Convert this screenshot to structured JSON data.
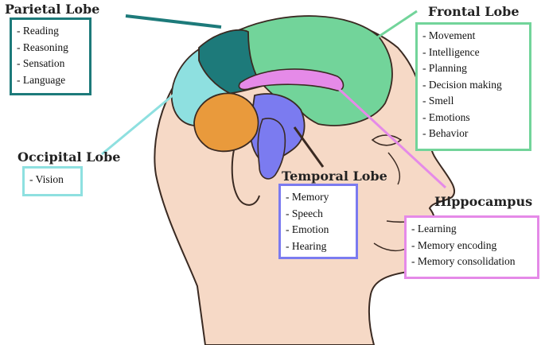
{
  "colors": {
    "parietal": "#1d7a7a",
    "frontal": "#72d49a",
    "occipital": "#8ee0e0",
    "temporal": "#7b7bf0",
    "hippocampus": "#e58ae8",
    "skin": "#f6d9c6",
    "outline": "#3a2a22",
    "cerebellum": "#e99a3c"
  },
  "regions": [
    {
      "key": "parietal",
      "title": "Parietal Lobe",
      "functions": [
        "Reading",
        "Reasoning",
        "Sensation",
        "Language"
      ]
    },
    {
      "key": "frontal",
      "title": "Frontal Lobe",
      "functions": [
        "Movement",
        "Intelligence",
        "Planning",
        "Decision making",
        "Smell",
        "Emotions",
        "Behavior"
      ]
    },
    {
      "key": "occipital",
      "title": "Occipital Lobe",
      "functions": [
        "Vision"
      ]
    },
    {
      "key": "temporal",
      "title": "Temporal Lobe",
      "functions": [
        "Memory",
        "Speech",
        "Emotion",
        "Hearing"
      ]
    },
    {
      "key": "hippocampus",
      "title": "Hippocampus",
      "functions": [
        "Learning",
        "Memory encoding",
        "Memory consolidation"
      ]
    }
  ]
}
